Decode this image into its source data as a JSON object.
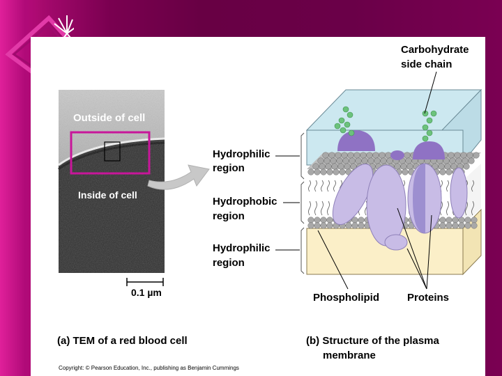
{
  "slide": {
    "panel_a": {
      "outside_label": "Outside of cell",
      "inside_label": "Inside of cell",
      "scale_label": "0.1 µm",
      "caption": "(a) TEM of a red blood cell"
    },
    "panel_b": {
      "carbohydrate_label_line1": "Carbohydrate",
      "carbohydrate_label_line2": "side chain",
      "hydrophilic_top_line1": "Hydrophilic",
      "hydrophilic_top_line2": "region",
      "hydrophobic_line1": "Hydrophobic",
      "hydrophobic_line2": "region",
      "hydrophilic_bottom_line1": "Hydrophilic",
      "hydrophilic_bottom_line2": "region",
      "phospholipid_label": "Phospholipid",
      "proteins_label": "Proteins",
      "caption_line1": "(b) Structure of the plasma",
      "caption_line2": "membrane"
    },
    "copyright": "Copyright: © Pearson Education, Inc., publishing as Benjamin Cummings"
  },
  "colors": {
    "background": "#6a0048",
    "accent_magenta": "#c8169a",
    "extracellular": "#cce8f0",
    "cytoplasm": "#fbefc8",
    "protein": "#c8bce6",
    "carbohydrate": "#6cc27c",
    "phospholipid_head": "#a8a8a8"
  }
}
